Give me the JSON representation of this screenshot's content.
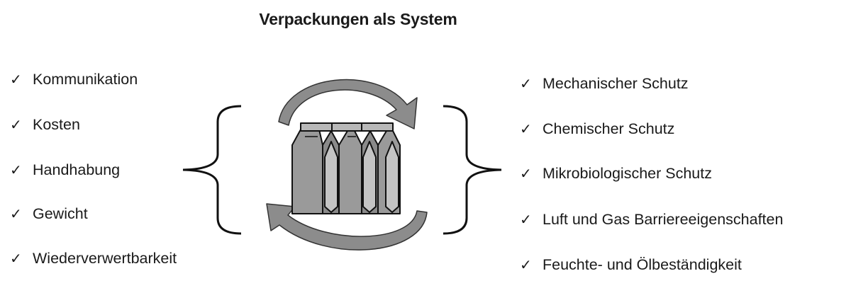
{
  "title": "Verpackungen als System",
  "check_glyph": "✓",
  "left_items": [
    "Kommunikation",
    "Kosten",
    "Handhabung",
    "Gewicht",
    "Wiederverwertbarkeit"
  ],
  "right_items": [
    "Mechanischer Schutz",
    "Chemischer Schutz",
    "Mikrobiologischer Schutz",
    "Luft und Gas Barriereeigenschaften",
    "Feuchte- und Ölbeständigkeit"
  ],
  "colors": {
    "text": "#1a1a1a",
    "carton_fill": "#9a9a9a",
    "carton_light": "#c4c4c4",
    "arrow_fill": "#8c8c8c",
    "outline": "#111111"
  }
}
